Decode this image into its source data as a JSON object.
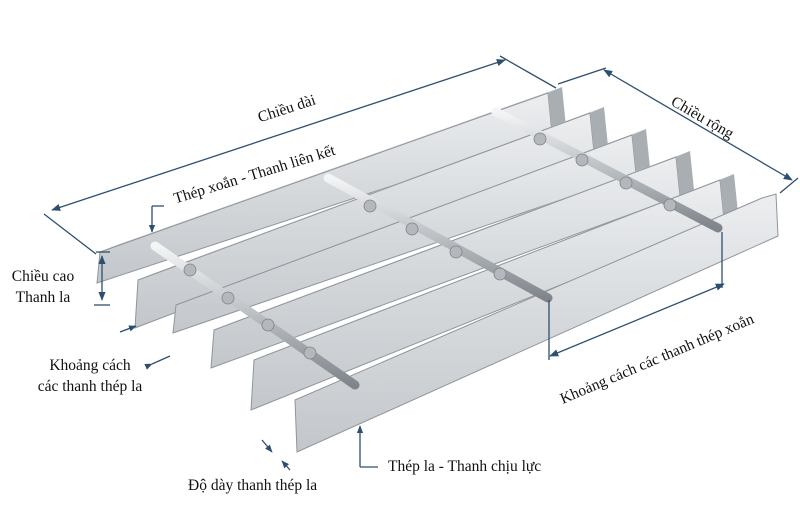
{
  "labels": {
    "length": "Chiều dài",
    "width": "Chiều rộng",
    "twisted_bar": "Thép xoắn - Thanh liên kết",
    "bar_height_line1": "Chiều cao",
    "bar_height_line2": "Thanh la",
    "bar_spacing_line1": "Khoảng cách",
    "bar_spacing_line2": "các thanh thép la",
    "cross_bar_spacing": "Khoảng cách các thanh thép xoắn",
    "bar_thickness": "Độ dày thanh thép la",
    "bearing_bar": "Thép la - Thanh chịu lực"
  },
  "colors": {
    "annotation": "#2f4f6f",
    "steel_top": "#cfd2d5",
    "steel_face": "#dfe1e3",
    "steel_shadow": "#9ea2a6",
    "rod": "#c4c7ca",
    "text": "#111111"
  }
}
